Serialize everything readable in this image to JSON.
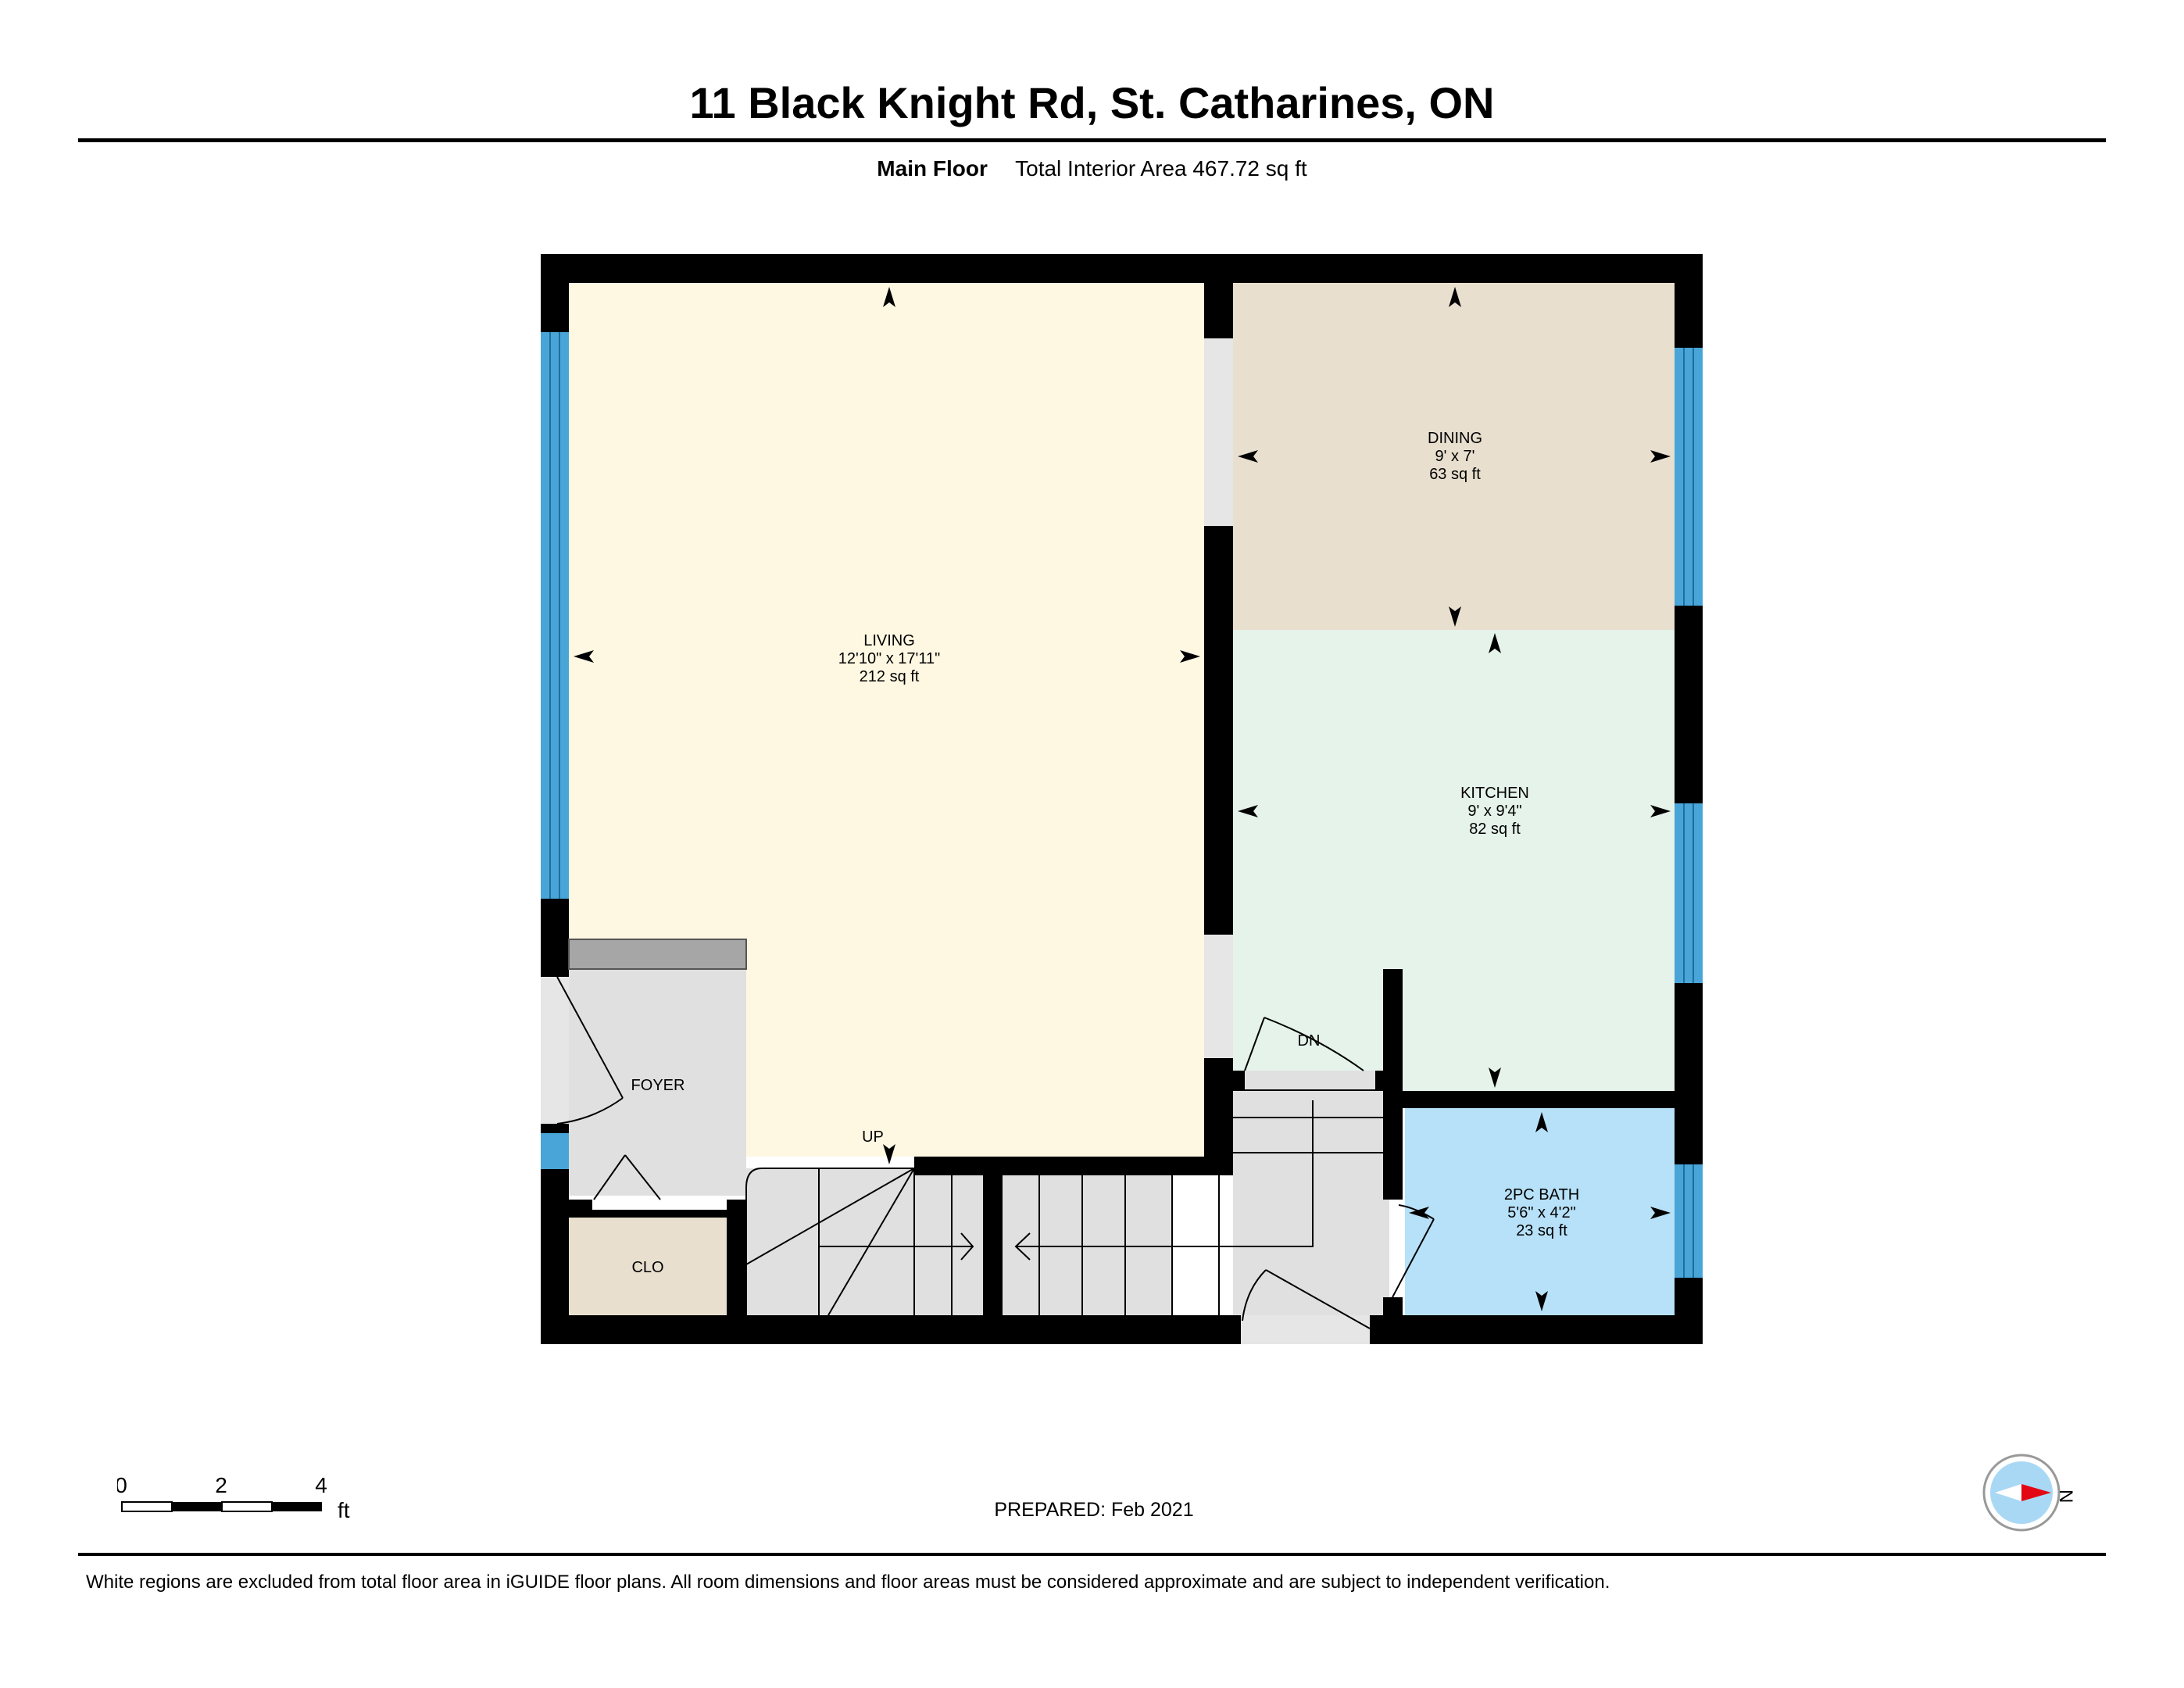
{
  "title": "11 Black Knight Rd, St. Catharines, ON",
  "subtitle": {
    "floor": "Main Floor",
    "area": "Total Interior Area 467.72 sq ft"
  },
  "rooms": {
    "living": {
      "name": "LIVING",
      "dims": "12'10\" x 17'11\"",
      "area": "212 sq ft"
    },
    "dining": {
      "name": "DINING",
      "dims": "9' x 7'",
      "area": "63 sq ft"
    },
    "kitchen": {
      "name": "KITCHEN",
      "dims": "9' x 9'4\"",
      "area": "82 sq ft"
    },
    "bath": {
      "name": "2PC BATH",
      "dims": "5'6\" x 4'2\"",
      "area": "23 sq ft"
    },
    "foyer": {
      "name": "FOYER"
    },
    "closet": {
      "name": "CLO"
    }
  },
  "stairs": {
    "up_label": "UP",
    "down_label": "DN"
  },
  "scale": {
    "ticks": [
      "0",
      "2",
      "4"
    ],
    "unit": "ft"
  },
  "prepared": "PREPARED: Feb 2021",
  "compass": {
    "label": "N"
  },
  "footer": "White regions are excluded from total floor area in iGUIDE floor plans. All room dimensions and floor areas must be considered approximate and are subject to independent verification.",
  "colors": {
    "living": "#fef8e2",
    "dining": "#e8dfcf",
    "kitchen": "#e5f3ea",
    "bath": "#b7e1f8",
    "closet": "#e8dfcf",
    "foyer": "#e0e0e0",
    "window": "#49a5d8",
    "wall": "#000000"
  }
}
